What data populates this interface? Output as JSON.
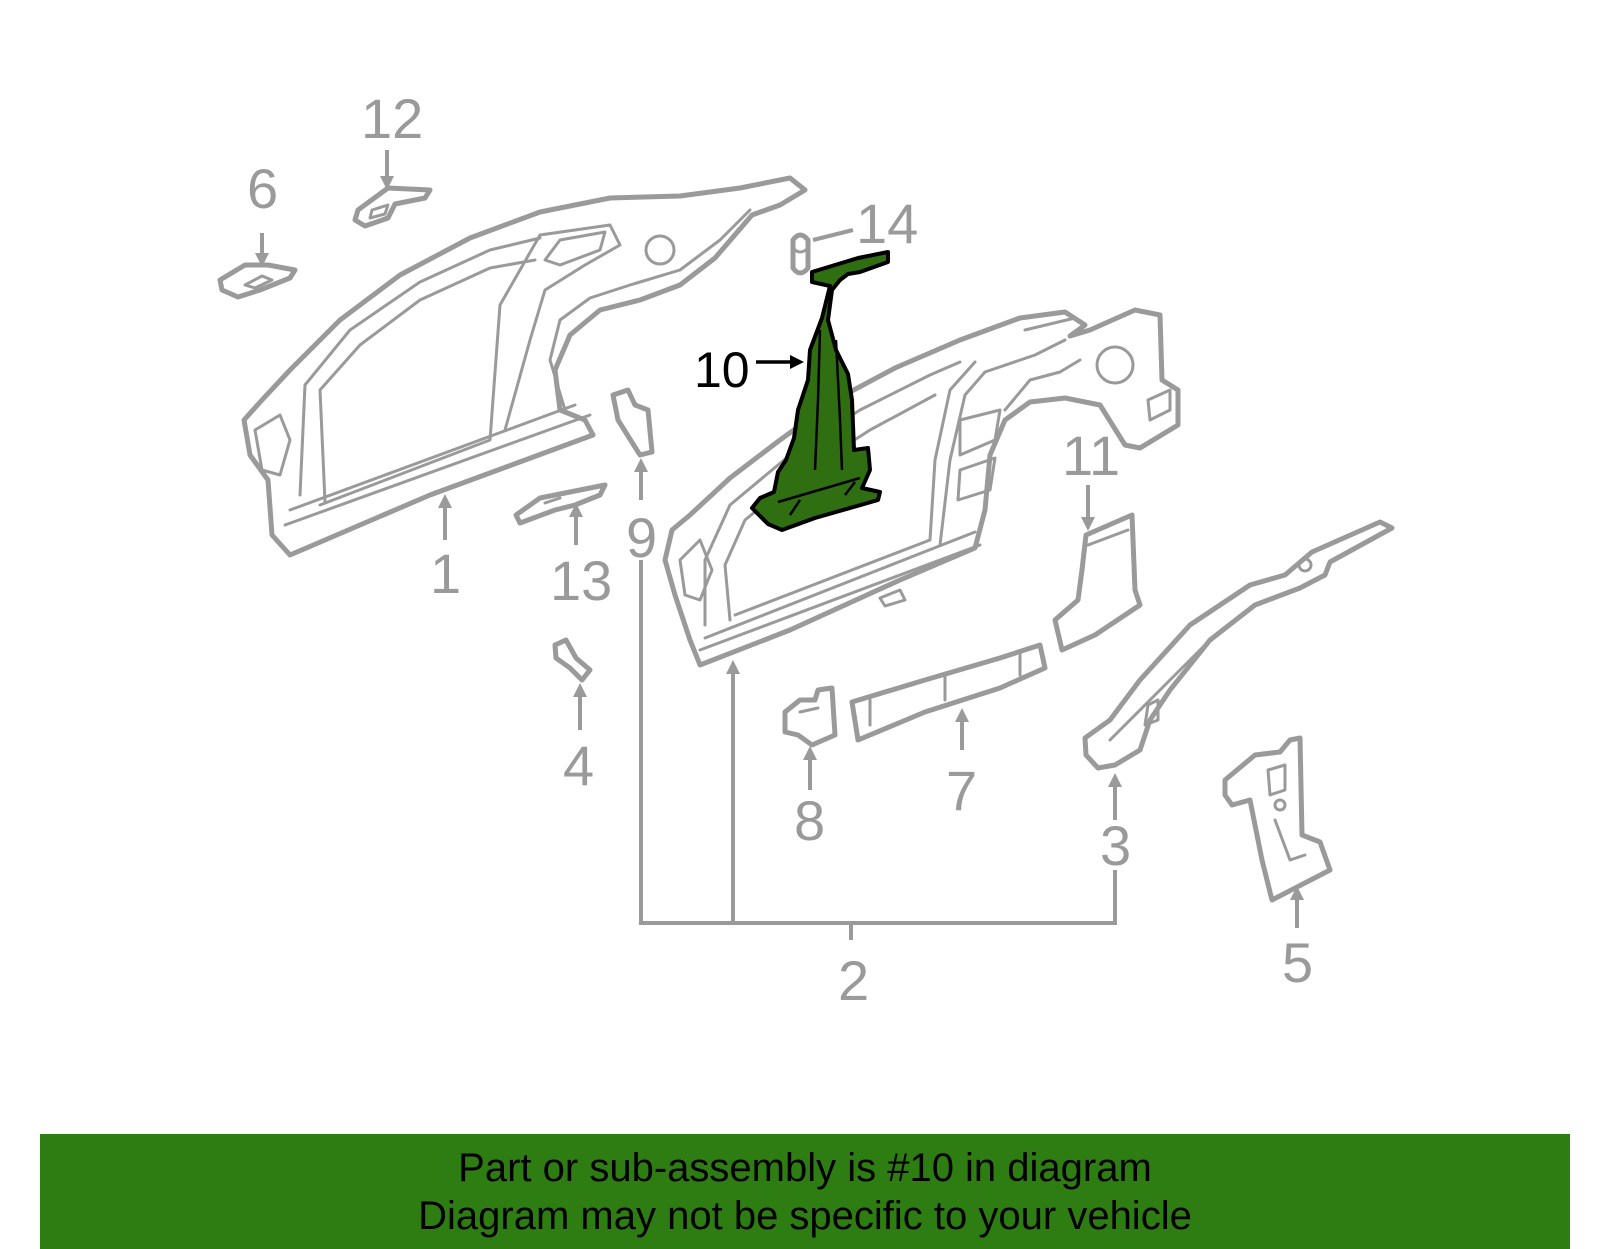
{
  "callouts": {
    "c1": "1",
    "c2": "2",
    "c3": "3",
    "c4": "4",
    "c5": "5",
    "c6": "6",
    "c7": "7",
    "c8": "8",
    "c9": "9",
    "c10": "10",
    "c11": "11",
    "c12": "12",
    "c13": "13",
    "c14": "14"
  },
  "highlighted_part": "10",
  "colors": {
    "highlight": "#2f6f12",
    "banner": "#2e7d12",
    "linework": "#9a9a9a"
  },
  "banner": {
    "line1": "Part or sub-assembly is #10 in diagram",
    "line2": "Diagram may not be specific to your vehicle"
  }
}
